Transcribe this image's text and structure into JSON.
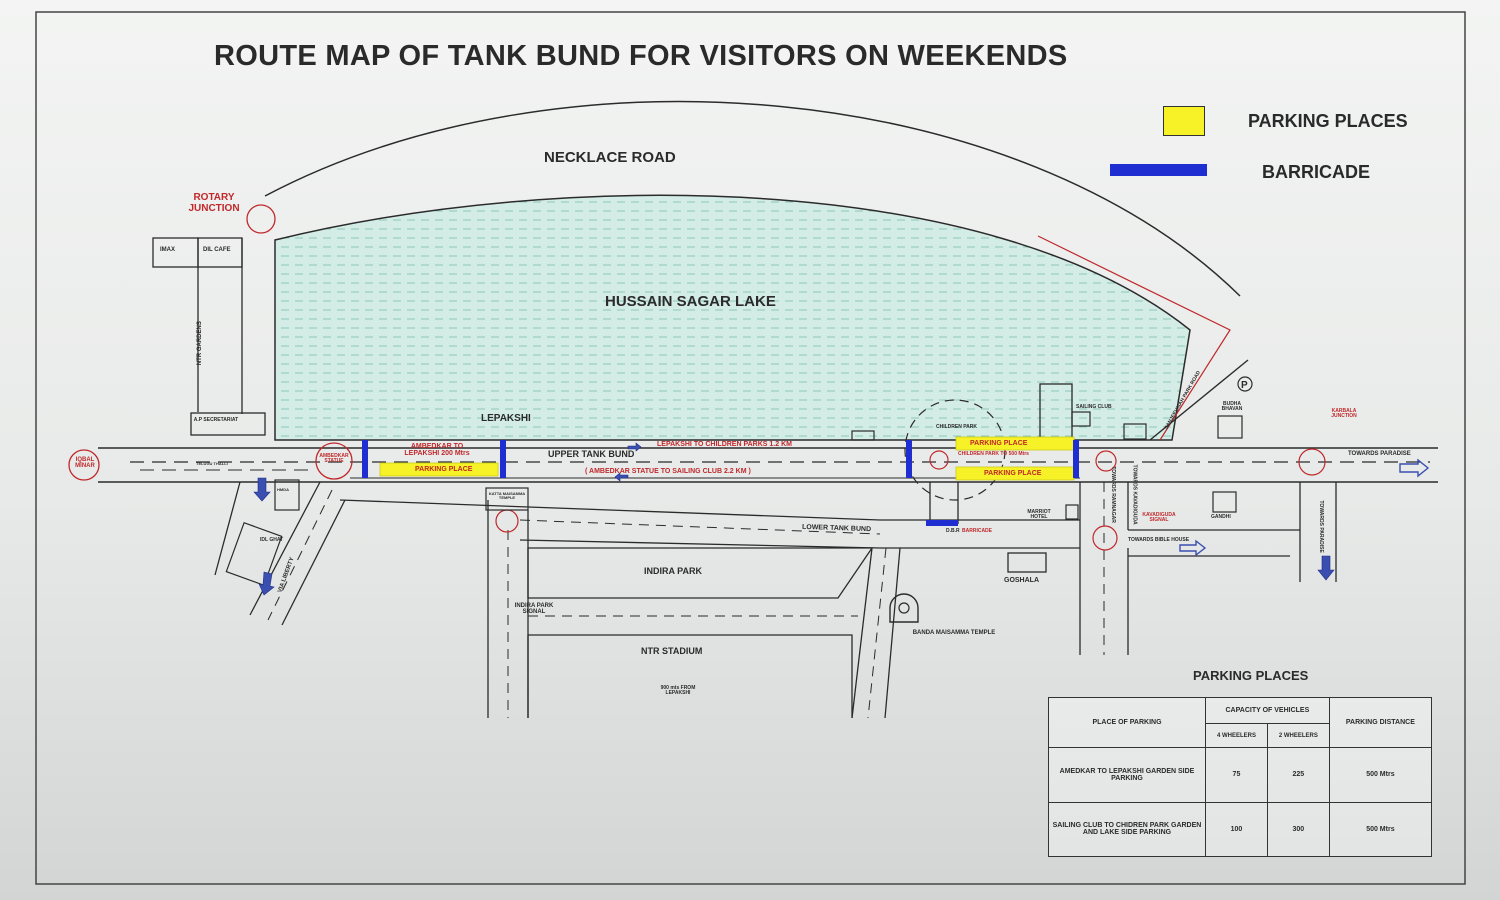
{
  "title": "ROUTE MAP OF TANK BUND FOR  VISITORS ON WEEKENDS",
  "legend": [
    {
      "label": "PARKING PLACES",
      "color": "#f7f227",
      "icon": "yellow-box"
    },
    {
      "label": "BARRICADE",
      "color": "#1f2ed1",
      "icon": "blue-bar"
    }
  ],
  "colors": {
    "lake": "#cfe8e2",
    "parking": "#f7f227",
    "barricade": "#1f2ed1",
    "red_marks": "#c0282a",
    "road": "#2b2b2b"
  },
  "labels": {
    "necklace_road": "NECKLACE ROAD",
    "rotary_junction": "ROTARY JUNCTION",
    "imax": "IMAX",
    "dil_cafe": "DIL CAFE",
    "ntr_gardens": "NTR GARDENS",
    "lake": "HUSSAIN SAGAR LAKE",
    "ap_secretariat": "A.P SECRETARIAT",
    "lepakshi": "LEPAKSHI",
    "iqbal_minar": "IQBAL MINAR",
    "ambedkar_statue": "AMBEDKAR STATUE",
    "ambedkar_to_lepakshi": "AMBEDKAR TO LEPAKSHI 200 Mtrs",
    "parking_place": "PARKING PLACE",
    "lepakshi_to_children": "LEPAKSHI TO CHILDREN PARKS 1.2 KM",
    "upper_tank_bund": "UPPER TANK BUND",
    "ambedkar_to_sailing": "( AMBEDKAR STATUE TO SAILING CLUB  2.2 KM )",
    "children_park": "CHILDREN PARK",
    "parking_place_2": "PARKING PLACE",
    "children_park_dist": "CHILDREN PARK TO 500 Mtrs",
    "parking_place_3": "PARKING PLACE",
    "sailing_club": "SAILING CLUB",
    "budha_bhavan": "BUDHA BHAVAN",
    "sanjeevaiah_park_road": "SANJEEVAIAH PARK ROAD",
    "karbala_junction": "KARBALA JUNCTION",
    "towards_paradise": "TOWARDS PARADISE",
    "lower_tank_bund": "LOWER TANK BUND",
    "marriott_hotel": "MARRIOT HOTEL",
    "kavadiguda_signal": "KAVADIGUDA SIGNAL",
    "towards_ramnagar": "TOWARDS RAMNAGAR",
    "towards_kavadiguda": "TOWARDS KAVADIGUDA",
    "towards_bible_house": "TOWARDS BIBLE HOUSE",
    "gandhi": "GANDHI",
    "goshala": "GOSHALA",
    "ind_park": "D.B.R",
    "barricade_small": "BARRICADE",
    "indira_park": "INDIRA PARK",
    "indira_park_signal": "INDIRA PARK SIGNAL",
    "banda_maisamma": "BANDA MAISAMMA TEMPLE",
    "ntr_stadium": "NTR STADIUM",
    "ntr_stadium_dist": "900 mts FROM LEPAKSHI",
    "katta_maisamma": "KATTA MAISAMMA TEMPLE",
    "ambedkar_near": "TELUGU THALLI",
    "idl_ghat": "IDL GHAT",
    "hmda": "HMDA",
    "via_liberty": "VIA LIBERTY"
  },
  "parking_table": {
    "title": "PARKING PLACES",
    "col_place": "PLACE OF PARKING",
    "col_capacity": "CAPACITY OF VEHICLES",
    "col_4w": "4 WHEELERS",
    "col_2w": "2 WHEELERS",
    "col_distance": "PARKING DISTANCE",
    "rows": [
      {
        "place": "AMEDKAR TO LEPAKSHI GARDEN SIDE PARKING",
        "four": "75",
        "two": "225",
        "distance": "500 Mtrs"
      },
      {
        "place": "SAILING CLUB TO CHIDREN PARK GARDEN AND LAKE SIDE PARKING",
        "four": "100",
        "two": "300",
        "distance": "500 Mtrs"
      }
    ]
  }
}
